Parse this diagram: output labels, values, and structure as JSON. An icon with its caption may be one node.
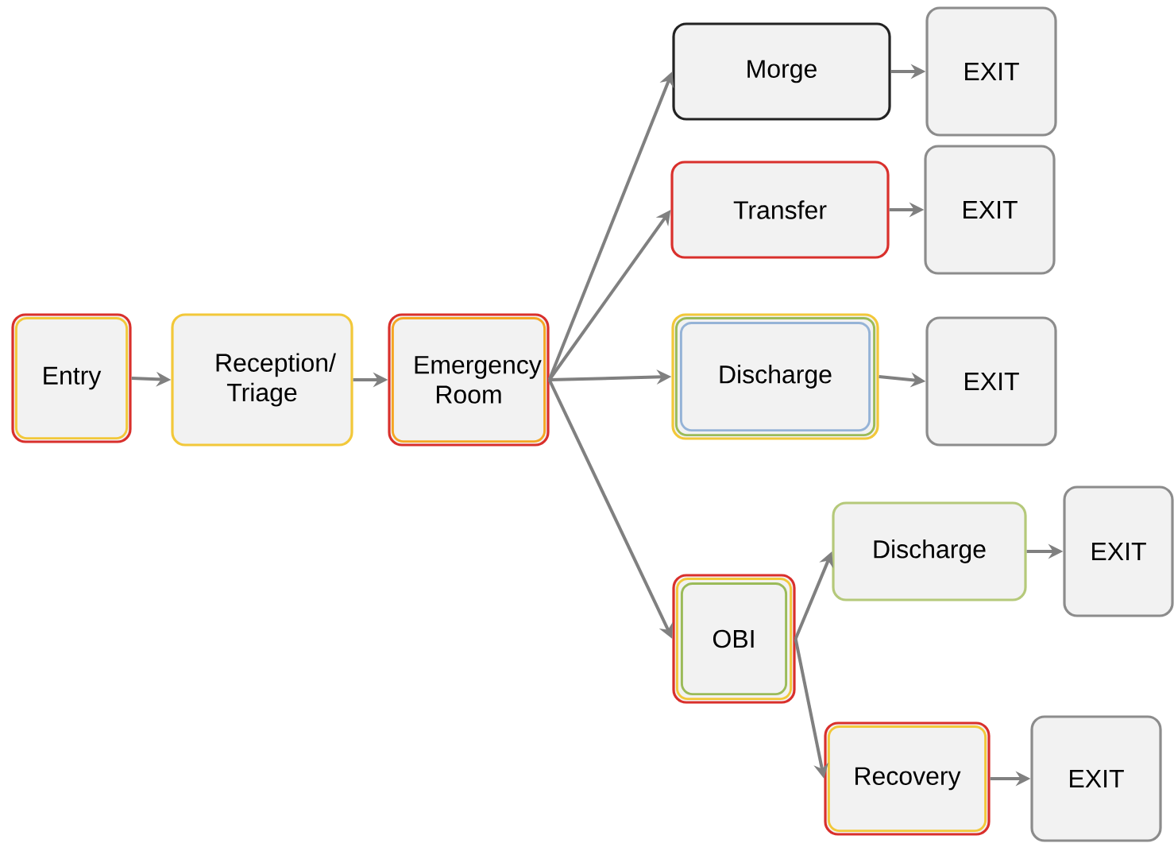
{
  "diagram": {
    "nodes": [
      {
        "text": [
          "Entry"
        ]
      },
      {
        "text": [
          "Reception/ Triage"
        ]
      },
      {
        "text": [
          "Emergency Room"
        ]
      },
      {
        "text": [
          "Morge"
        ]
      },
      {
        "text": [
          "EXIT"
        ]
      },
      {
        "text": [
          "Transfer"
        ]
      },
      {
        "text": [
          "EXIT"
        ]
      },
      {
        "text": [
          "Discharge"
        ]
      },
      {
        "text": [
          "EXIT"
        ]
      },
      {
        "text": [
          "OBI"
        ]
      },
      {
        "text": [
          "Discharge"
        ]
      },
      {
        "text": [
          "EXIT"
        ]
      },
      {
        "text": [
          "Recovery"
        ]
      },
      {
        "text": [
          "EXIT"
        ]
      }
    ],
    "edges": [
      {
        "from": 0,
        "to": 1,
        "arrow": "to"
      },
      {
        "from": 1,
        "to": 2,
        "arrow": "to"
      },
      {
        "from": 2,
        "to": 3,
        "arrow": "to"
      },
      {
        "from": 2,
        "to": 5,
        "arrow": "to"
      },
      {
        "from": 2,
        "to": 7,
        "arrow": "to"
      },
      {
        "from": 2,
        "to": 9,
        "arrow": "to"
      },
      {
        "from": 3,
        "to": 4,
        "arrow": "to"
      },
      {
        "from": 5,
        "to": 6,
        "arrow": "to"
      },
      {
        "from": 7,
        "to": 8,
        "arrow": "to"
      },
      {
        "from": 9,
        "to": 10,
        "arrow": "to"
      },
      {
        "from": 9,
        "to": 12,
        "arrow": "to"
      },
      {
        "from": 10,
        "to": 11,
        "arrow": "to"
      },
      {
        "from": 12,
        "to": 13,
        "arrow": "to"
      }
    ]
  }
}
